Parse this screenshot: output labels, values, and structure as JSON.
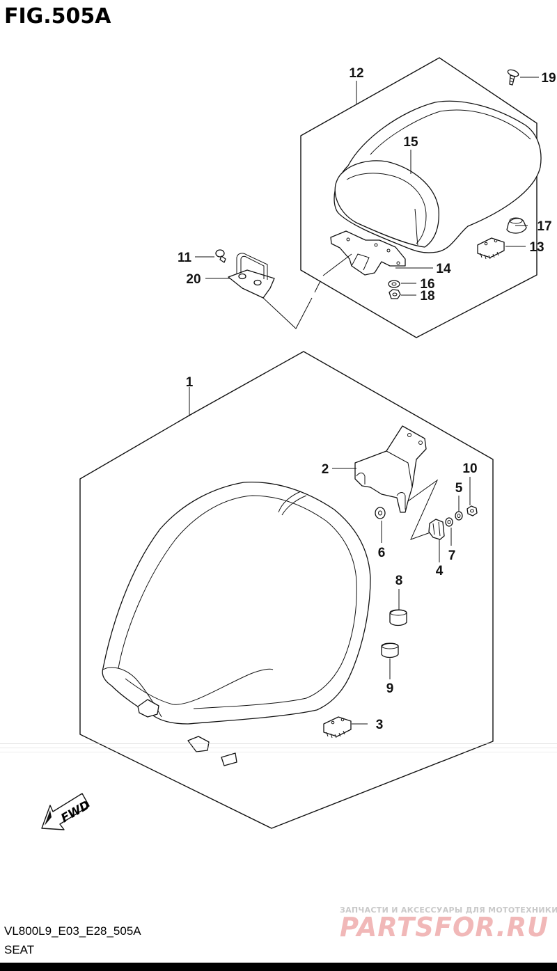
{
  "figure_title": "FIG.505A",
  "footer": {
    "model_code": "VL800L9_E03_E28_505A",
    "section_name": "SEAT"
  },
  "watermark": {
    "tagline": "ЗАПЧАСТИ И АКСЕССУАРЫ ДЛЯ МОТОТЕХНИКИ",
    "brand": "PARTSFOR.RU"
  },
  "fwd_label": "FWD",
  "callouts": [
    {
      "number": "1",
      "part": "main seat"
    },
    {
      "number": "2",
      "part": "seat bracket"
    },
    {
      "number": "3",
      "part": "clip"
    },
    {
      "number": "4",
      "part": "hook"
    },
    {
      "number": "5",
      "part": "collar"
    },
    {
      "number": "6",
      "part": "washer"
    },
    {
      "number": "7",
      "part": "collar"
    },
    {
      "number": "8",
      "part": "cushion"
    },
    {
      "number": "9",
      "part": "cushion"
    },
    {
      "number": "10",
      "part": "nut"
    },
    {
      "number": "11",
      "part": "bolt"
    },
    {
      "number": "12",
      "part": "pillion seat"
    },
    {
      "number": "13",
      "part": "clip"
    },
    {
      "number": "14",
      "part": "bracket"
    },
    {
      "number": "15",
      "part": "pillion pad"
    },
    {
      "number": "16",
      "part": "washer"
    },
    {
      "number": "17",
      "part": "cap"
    },
    {
      "number": "18",
      "part": "nut"
    },
    {
      "number": "19",
      "part": "screw"
    },
    {
      "number": "20",
      "part": "handle bracket"
    }
  ],
  "colors": {
    "line": "#111111",
    "watermark_brand": "#f1b8b8",
    "watermark_tagline": "#c9c9c9"
  }
}
